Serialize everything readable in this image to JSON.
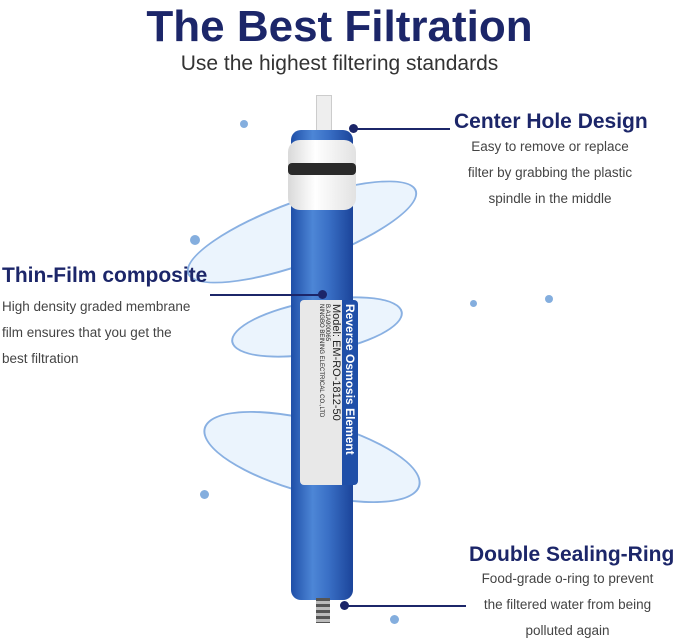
{
  "header": {
    "title": "The Best Filtration",
    "subtitle": "Use the highest filtering standards"
  },
  "features": [
    {
      "title": "Center Hole Design",
      "desc": [
        "Easy to remove or replace",
        "filter by grabbing the plastic",
        "spindle in the middle"
      ]
    },
    {
      "title": "Thin-Film composite",
      "desc": [
        "High density graded membrane",
        "film ensures that you get the",
        "best filtration"
      ]
    },
    {
      "title": "Double Sealing-Ring",
      "desc": [
        "Food-grade o-ring to prevent",
        "the filtered water from being",
        "polluted again"
      ]
    }
  ],
  "product_label": {
    "name": "Reverse Osmosis Element",
    "model": "Model: EM-RO-1812-50",
    "code": "B.A1A900065",
    "maker": "NINGBO BEINING ELECTRICAL CO.,LTD"
  },
  "colors": {
    "accent": "#1c2669",
    "filter_blue": "#3a70c6"
  }
}
